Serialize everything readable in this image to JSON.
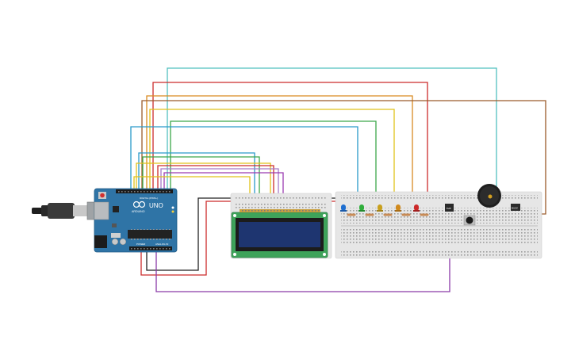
{
  "board": {
    "brand_text": "ARDUINO",
    "model_text": "UNO",
    "digital_label": "DIGITAL (PWM~)",
    "power_label": "POWER",
    "analog_label": "ANALOG IN",
    "icon": "infinity-logo-icon"
  },
  "components": {
    "usb_cable": "usb-cable",
    "lcd": "lcd-16x2",
    "leds": [
      "#1f6fd0",
      "#2fae3c",
      "#c8a01e",
      "#d08a1e",
      "#cc2a2a"
    ],
    "buzzer": "piezo-buzzer",
    "button": "pushbutton",
    "sensor": "temperature-sensor",
    "sensor_label": "TMP",
    "buzzer_label": "BUZZ"
  },
  "colors": {
    "board": "#2f74a6",
    "lcd_pcb": "#3ea35a",
    "lcd_screen": "#1e3570",
    "breadboard": "#e6e6e6"
  }
}
